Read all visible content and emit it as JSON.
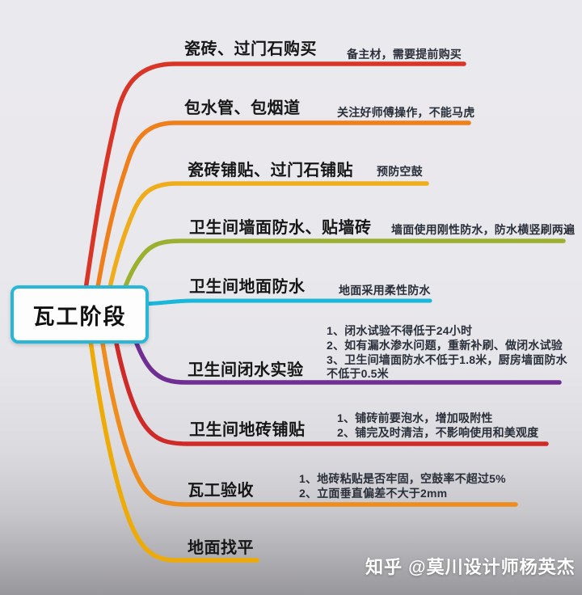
{
  "center": {
    "label": "瓦工阶段",
    "border_color": "#29b7d8"
  },
  "branches": [
    {
      "label": "瓷砖、过门石购买",
      "note": "备主材，需要提前购买",
      "color": "#d93527"
    },
    {
      "label": "包水管、包烟道",
      "note": "关注好师傅操作，不能马虎",
      "color": "#ef7f1a"
    },
    {
      "label": "瓷砖铺贴、过门石铺贴",
      "note": "预防空鼓",
      "color": "#efac1b"
    },
    {
      "label": "卫生间墙面防水、贴墙砖",
      "note": "墙面使用刚性防水，防水横竖刷两遍",
      "color": "#9ab02e"
    },
    {
      "label": "卫生间地面防水",
      "note": "地面采用柔性防水",
      "color": "#19b7d9"
    },
    {
      "label": "卫生间闭水实验",
      "notes": [
        "1、闭水试验不得低于24小时",
        "2、如有漏水渗水问题，重新补刷、做闭水试验",
        "3、卫生间墙面防水不低于1.8米，厨房墙面防水不低于0.5米"
      ],
      "color": "#6f2f92"
    },
    {
      "label": "卫生间地砖铺贴",
      "notes": [
        "1、铺砖前要泡水，增加吸附性",
        "2、铺完及时清洁，不影响使用和美观度"
      ],
      "color": "#cf2a28"
    },
    {
      "label": "瓦工验收",
      "notes": [
        "1、地砖粘贴是否牢固，空鼓率不超过5%",
        "2、立面垂直偏差不大于2mm"
      ],
      "color": "#ee8d1d"
    },
    {
      "label": "地面找平",
      "color": "#eeab07"
    }
  ],
  "watermark": "知乎 @莫川设计师杨英杰"
}
